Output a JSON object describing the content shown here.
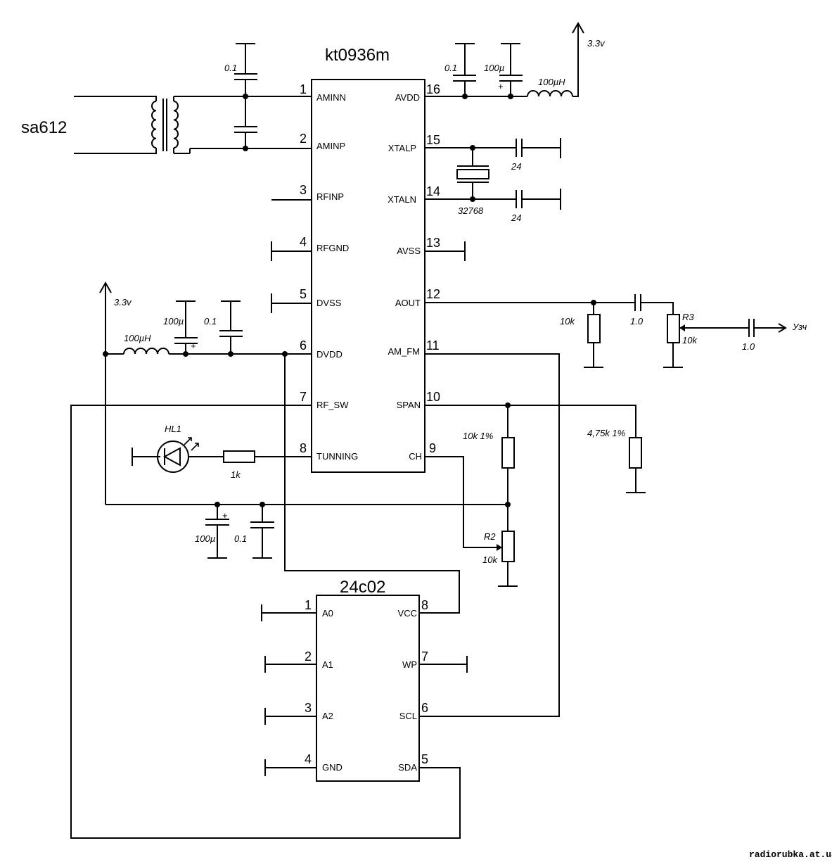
{
  "ic1": {
    "name": "kt0936m",
    "left_pins": [
      {
        "num": "1",
        "name": "AMINN"
      },
      {
        "num": "2",
        "name": "AMINP"
      },
      {
        "num": "3",
        "name": "RFINP"
      },
      {
        "num": "4",
        "name": "RFGND"
      },
      {
        "num": "5",
        "name": "DVSS"
      },
      {
        "num": "6",
        "name": "DVDD"
      },
      {
        "num": "7",
        "name": "RF_SW"
      },
      {
        "num": "8",
        "name": "TUNNING"
      }
    ],
    "right_pins": [
      {
        "num": "16",
        "name": "AVDD"
      },
      {
        "num": "15",
        "name": "XTALP"
      },
      {
        "num": "14",
        "name": "XTALN"
      },
      {
        "num": "13",
        "name": "AVSS"
      },
      {
        "num": "12",
        "name": "AOUT"
      },
      {
        "num": "11",
        "name": "AM_FM"
      },
      {
        "num": "10",
        "name": "SPAN"
      },
      {
        "num": "9",
        "name": "CH"
      }
    ]
  },
  "ic2": {
    "name": "24c02",
    "left_pins": [
      {
        "num": "1",
        "name": "A0"
      },
      {
        "num": "2",
        "name": "A1"
      },
      {
        "num": "3",
        "name": "A2"
      },
      {
        "num": "4",
        "name": "GND"
      }
    ],
    "right_pins": [
      {
        "num": "8",
        "name": "VCC"
      },
      {
        "num": "7",
        "name": "WP"
      },
      {
        "num": "6",
        "name": "SCL"
      },
      {
        "num": "5",
        "name": "SDA"
      }
    ]
  },
  "labels": {
    "source": "sa612",
    "c_amin": "0.1",
    "c_avdd_small": "0.1",
    "c_avdd_big": "100µ",
    "l_avdd": "100µH",
    "vcc_top": "3.3v",
    "c_xtal_p": "24",
    "c_xtal_n": "24",
    "crystal": "32768",
    "vcc_left": "3.3v",
    "c_dvdd_big": "100µ",
    "c_dvdd_small": "0.1",
    "l_dvdd": "100µH",
    "r_aout": "10k",
    "c_aout": "1.0",
    "r3_name": "R3",
    "r3_value": "10k",
    "c_out": "1.0",
    "out_label": "Узч",
    "led_name": "HL1",
    "r_led": "1k",
    "r_span_top": "10k 1%",
    "r_span_right": "4,75k 1%",
    "r2_name": "R2",
    "r2_value": "10k",
    "c_bottom_big": "100µ",
    "c_bottom_small": "0.1",
    "plus": "+",
    "watermark": "radiorubka.at.ua"
  }
}
